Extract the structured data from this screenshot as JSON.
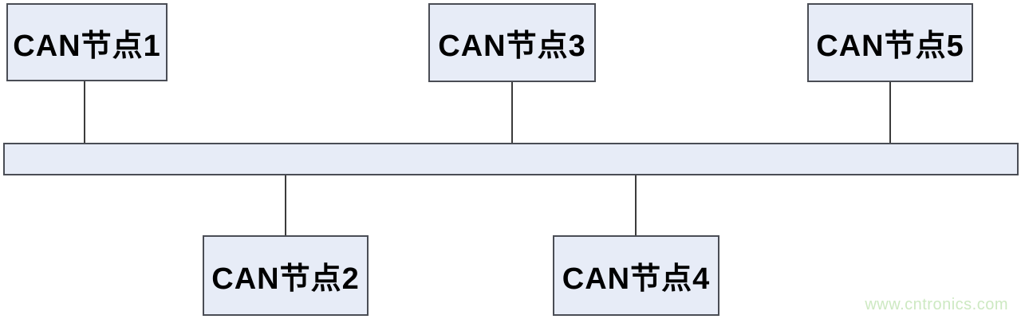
{
  "diagram": {
    "type": "bus-topology",
    "nodes": [
      {
        "id": "node1",
        "label": "CAN节点1",
        "position": "top"
      },
      {
        "id": "node2",
        "label": "CAN节点2",
        "position": "bottom"
      },
      {
        "id": "node3",
        "label": "CAN节点3",
        "position": "top"
      },
      {
        "id": "node4",
        "label": "CAN节点4",
        "position": "bottom"
      },
      {
        "id": "node5",
        "label": "CAN节点5",
        "position": "top"
      }
    ],
    "connections": [
      {
        "from": "node1",
        "to": "bus"
      },
      {
        "from": "node2",
        "to": "bus"
      },
      {
        "from": "node3",
        "to": "bus"
      },
      {
        "from": "node4",
        "to": "bus"
      },
      {
        "from": "node5",
        "to": "bus"
      }
    ],
    "watermark": "www.cntronics.com",
    "colors": {
      "node_fill": "#e7ecf7",
      "node_border": "#4a4d55",
      "line": "#3b3b3b",
      "watermark": "#cde9c2"
    }
  }
}
